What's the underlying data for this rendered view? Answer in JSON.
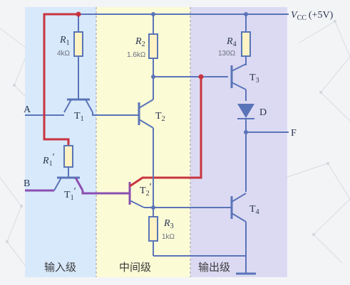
{
  "nodes": {
    "vcc": "V",
    "vcc_sub": "CC",
    "vcc_value": "(+5V)",
    "a": "A",
    "b": "B",
    "f": "F"
  },
  "resistors": {
    "r1": {
      "name": "R",
      "sub": "1",
      "value": "4kΩ"
    },
    "r1p": {
      "name": "R",
      "sub": "1",
      "prime": "′"
    },
    "r2": {
      "name": "R",
      "sub": "2",
      "value": "1.6kΩ"
    },
    "r3": {
      "name": "R",
      "sub": "3",
      "value": "1kΩ"
    },
    "r4": {
      "name": "R",
      "sub": "4",
      "value": "130Ω"
    }
  },
  "transistors": {
    "t1": {
      "name": "T",
      "sub": "1"
    },
    "t1p": {
      "name": "T",
      "sub": "1",
      "prime": "′"
    },
    "t2": {
      "name": "T",
      "sub": "2"
    },
    "t2p": {
      "name": "T",
      "sub": "2",
      "prime": "′"
    },
    "t3": {
      "name": "T",
      "sub": "3"
    },
    "t4": {
      "name": "T",
      "sub": "4"
    }
  },
  "diode": {
    "name": "D"
  },
  "stages": {
    "input": "输入级",
    "middle": "中间级",
    "output": "输出级"
  },
  "colors": {
    "input_stage": "#d8e9fb",
    "middle_stage": "#fbfbd6",
    "output_stage": "#dcdaf3",
    "wire": "#5a74b8",
    "highlight_red": "#c8343f",
    "highlight_purple": "#8a4fb0"
  }
}
